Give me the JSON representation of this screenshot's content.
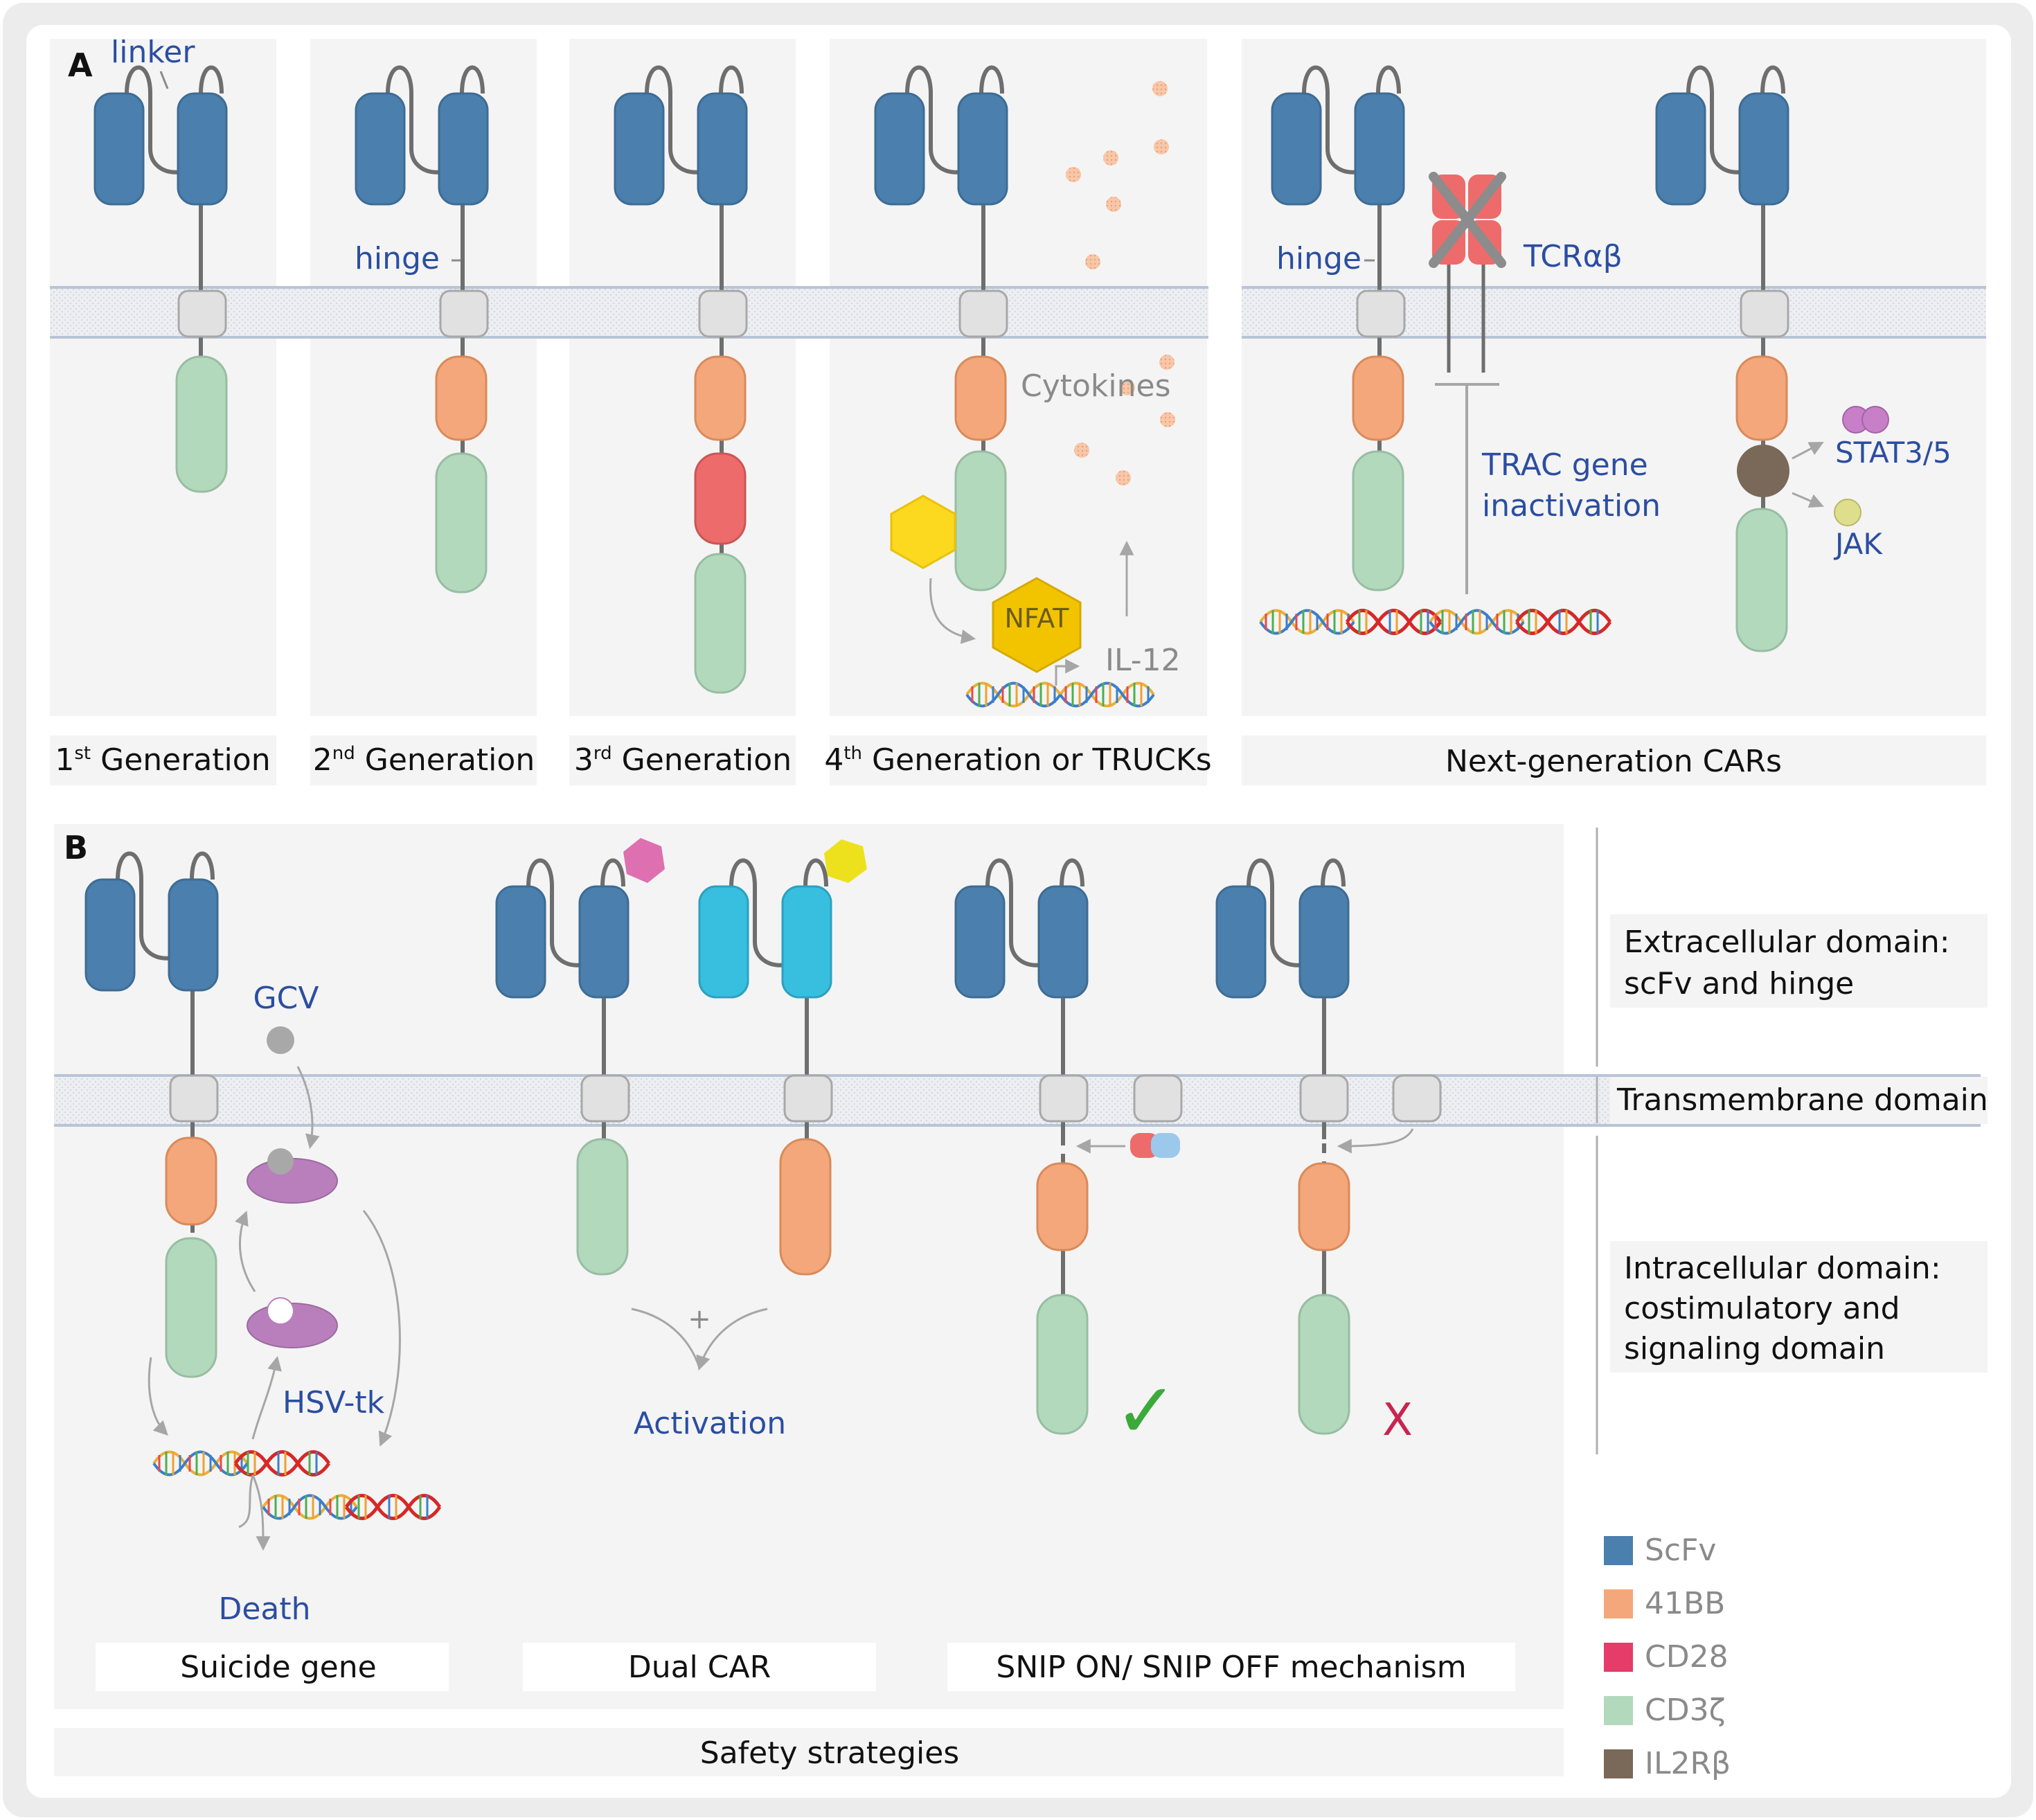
{
  "panel_a": {
    "letter": "A",
    "gen1": {
      "pre": "1",
      "sup": "st",
      "post": " Generation"
    },
    "gen2": {
      "pre": "2",
      "sup": "nd",
      "post": " Generation"
    },
    "gen3": {
      "pre": "3",
      "sup": "rd",
      "post": " Generation"
    },
    "gen4": {
      "pre": "4",
      "sup": "th",
      "post": " Generation or TRUCKs"
    },
    "next_gen": "Next-generation CARs",
    "linker": "linker",
    "hinge": "hinge",
    "hinge2": "hinge",
    "cytokines": "Cytokines",
    "nfat": "NFAT",
    "il12": "IL-12",
    "tcr": "TCRαβ",
    "trac_line1": "TRAC gene",
    "trac_line2": "inactivation",
    "stat": "STAT3/5",
    "jak": "JAK"
  },
  "panel_b": {
    "letter": "B",
    "gcv": "GCV",
    "hsvtk": "HSV-tk",
    "death": "Death",
    "plus": "+",
    "activation": "Activation",
    "check": "✓",
    "cross": "X",
    "suicide": "Suicide gene",
    "dual": "Dual CAR",
    "snip": "SNIP ON/ SNIP OFF mechanism",
    "safety": "Safety strategies"
  },
  "domains": {
    "extra_line1": "Extracellular domain:",
    "extra_line2": "scFv and hinge",
    "trans": "Transmembrane domain",
    "intra_line1": "Intracellular domain:",
    "intra_line2": "costimulatory and",
    "intra_line3": "signaling domain"
  },
  "legend": [
    {
      "label": "ScFv",
      "color": "#4a7fae"
    },
    {
      "label": "41BB",
      "color": "#f4a77a"
    },
    {
      "label": "CD28",
      "color": "#e53c6a"
    },
    {
      "label": "CD3ζ",
      "color": "#b3d9bd"
    },
    {
      "label": "IL2Rβ",
      "color": "#7a6958"
    }
  ],
  "colors": {
    "scfv": "#4a7fae",
    "bb41": "#f4a77a",
    "cd28": "#ee6b6b",
    "cd3z": "#b3d9bd",
    "il2rb": "#7a6958",
    "tm": "#e1e1e1",
    "cyan": "#38bfe0",
    "purple": "#b97fbc",
    "yellow": "#fcd81e"
  }
}
